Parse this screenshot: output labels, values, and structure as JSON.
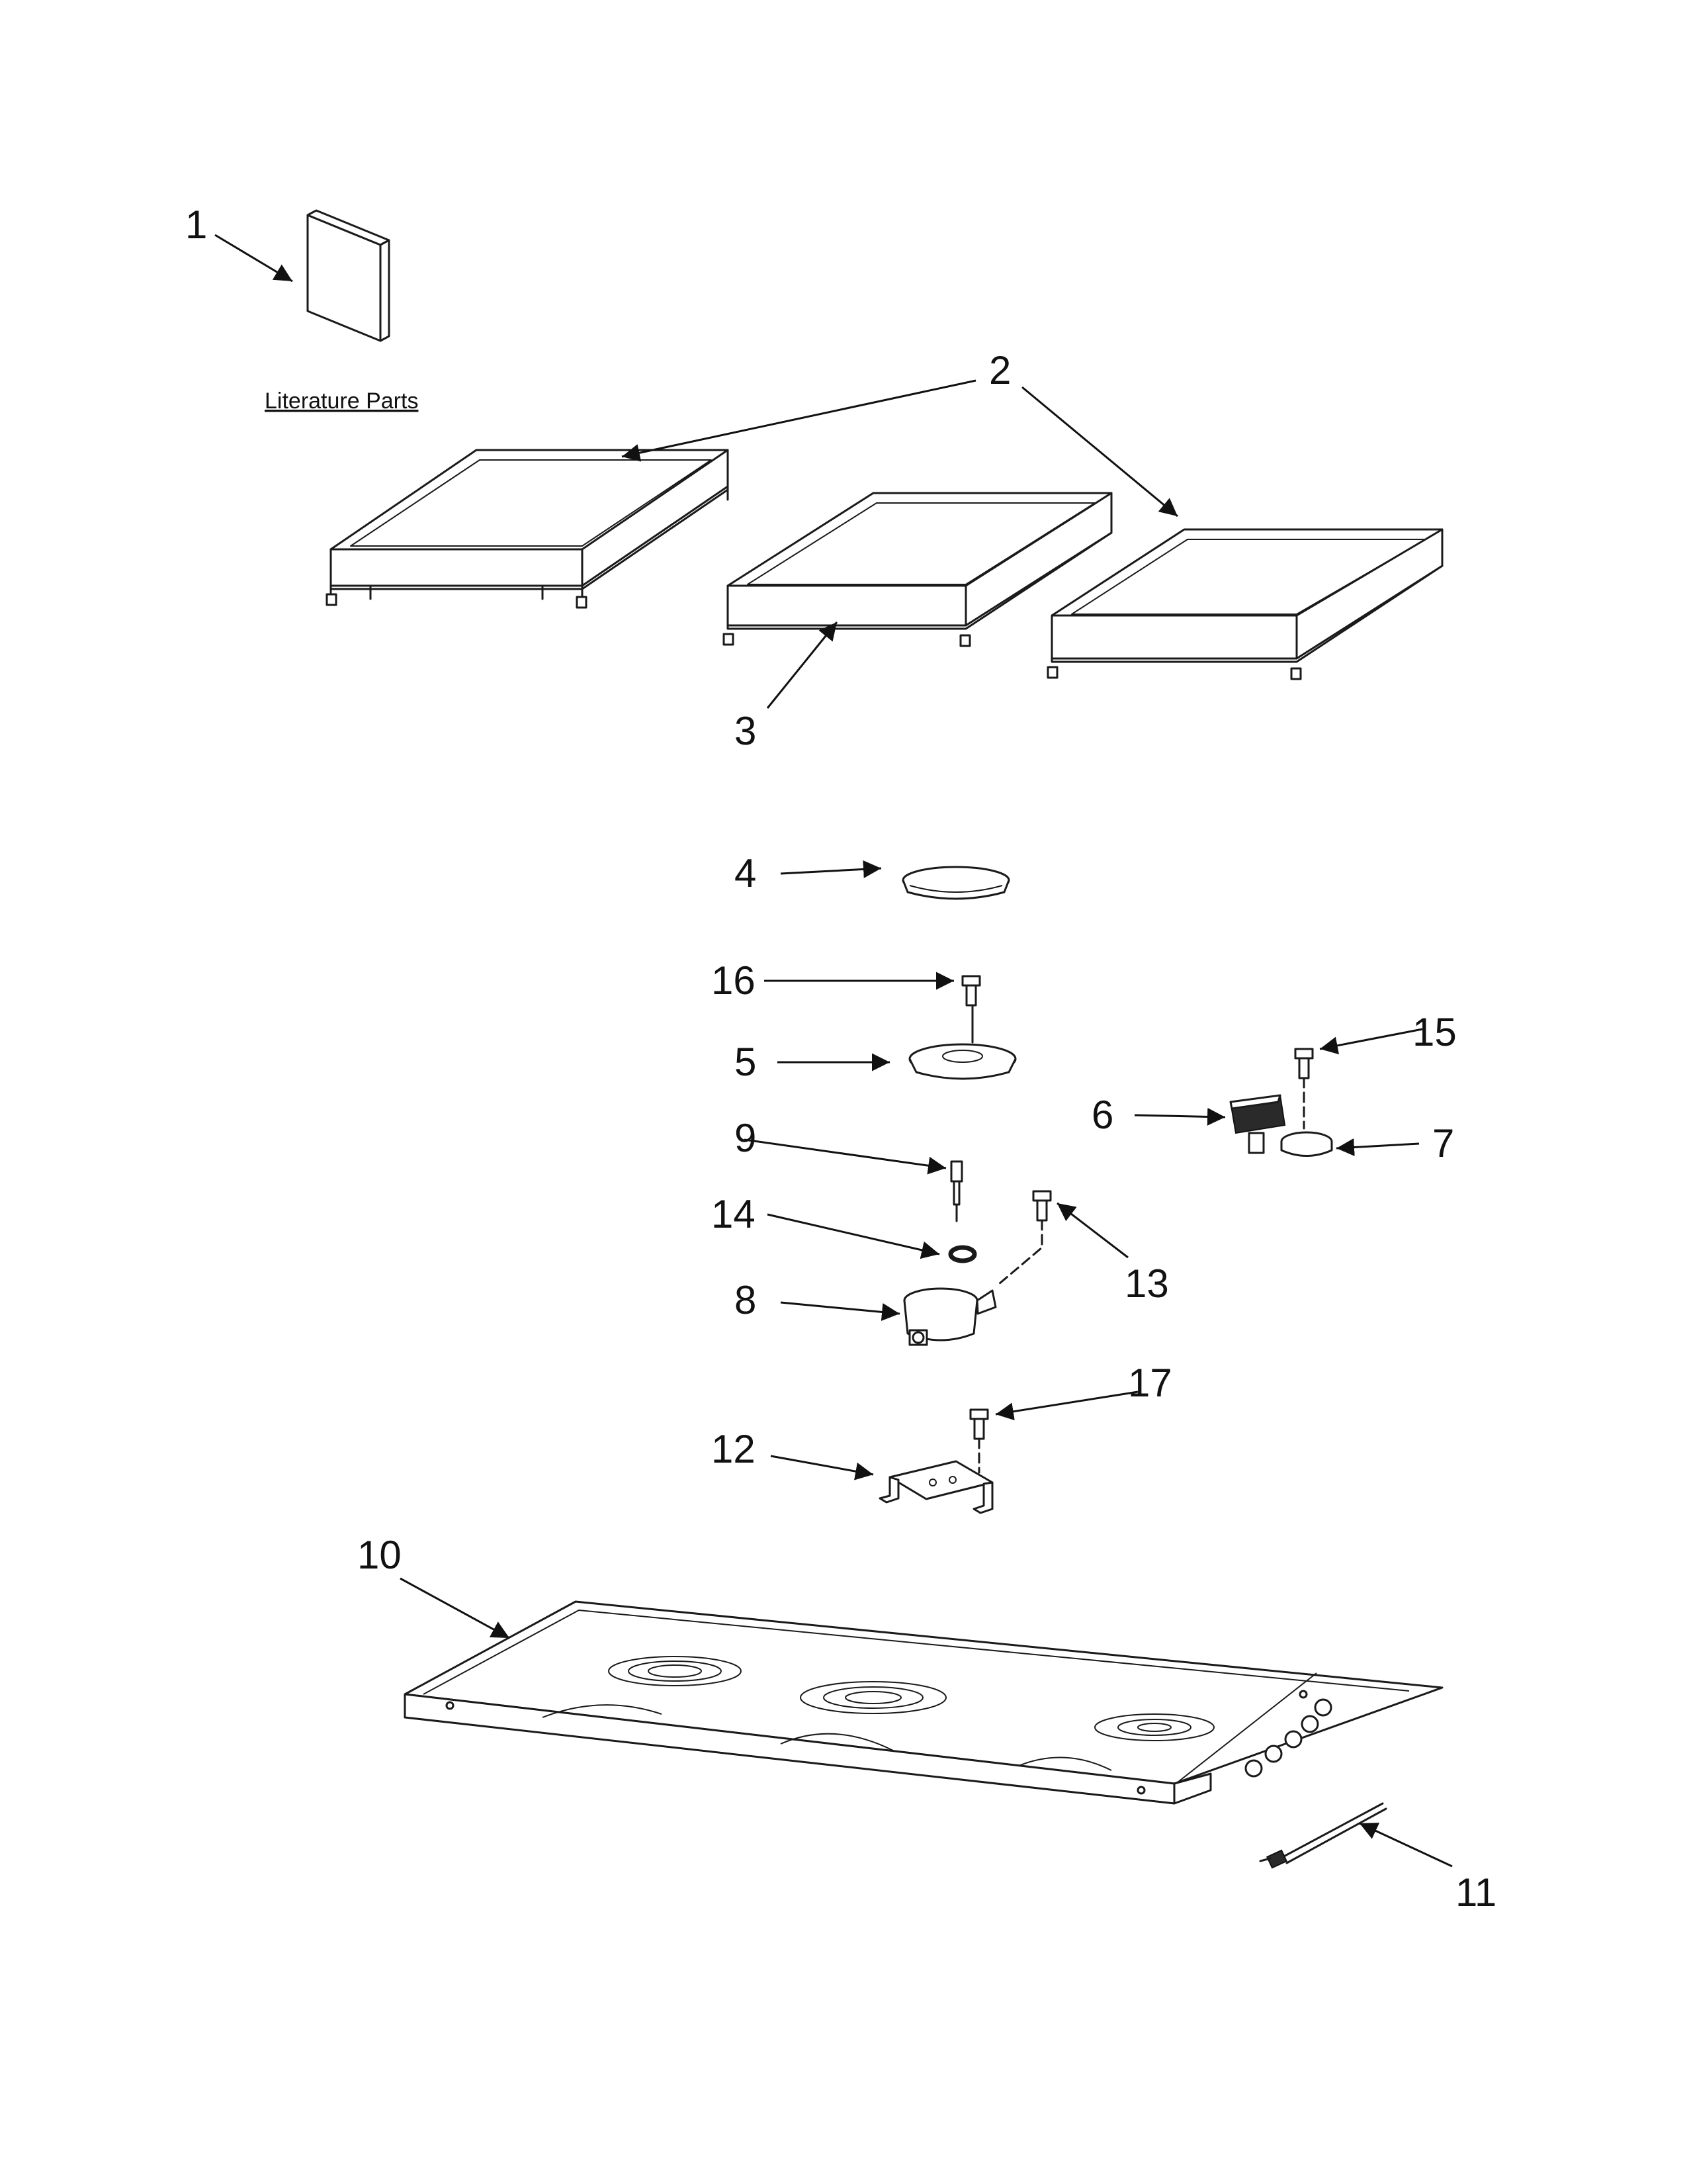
{
  "callouts": [
    {
      "id": "1",
      "text": "1"
    },
    {
      "id": "2",
      "text": "2"
    },
    {
      "id": "3",
      "text": "3"
    },
    {
      "id": "4",
      "text": "4"
    },
    {
      "id": "5",
      "text": "5"
    },
    {
      "id": "6",
      "text": "6"
    },
    {
      "id": "7",
      "text": "7"
    },
    {
      "id": "8",
      "text": "8"
    },
    {
      "id": "9",
      "text": "9"
    },
    {
      "id": "10",
      "text": "10"
    },
    {
      "id": "11",
      "text": "11"
    },
    {
      "id": "12",
      "text": "12"
    },
    {
      "id": "13",
      "text": "13"
    },
    {
      "id": "14",
      "text": "14"
    },
    {
      "id": "15",
      "text": "15"
    },
    {
      "id": "16",
      "text": "16"
    },
    {
      "id": "17",
      "text": "17"
    }
  ],
  "literature_label": "Literature Parts",
  "colors": {
    "line": "#1a1a1a",
    "background": "#ffffff"
  }
}
